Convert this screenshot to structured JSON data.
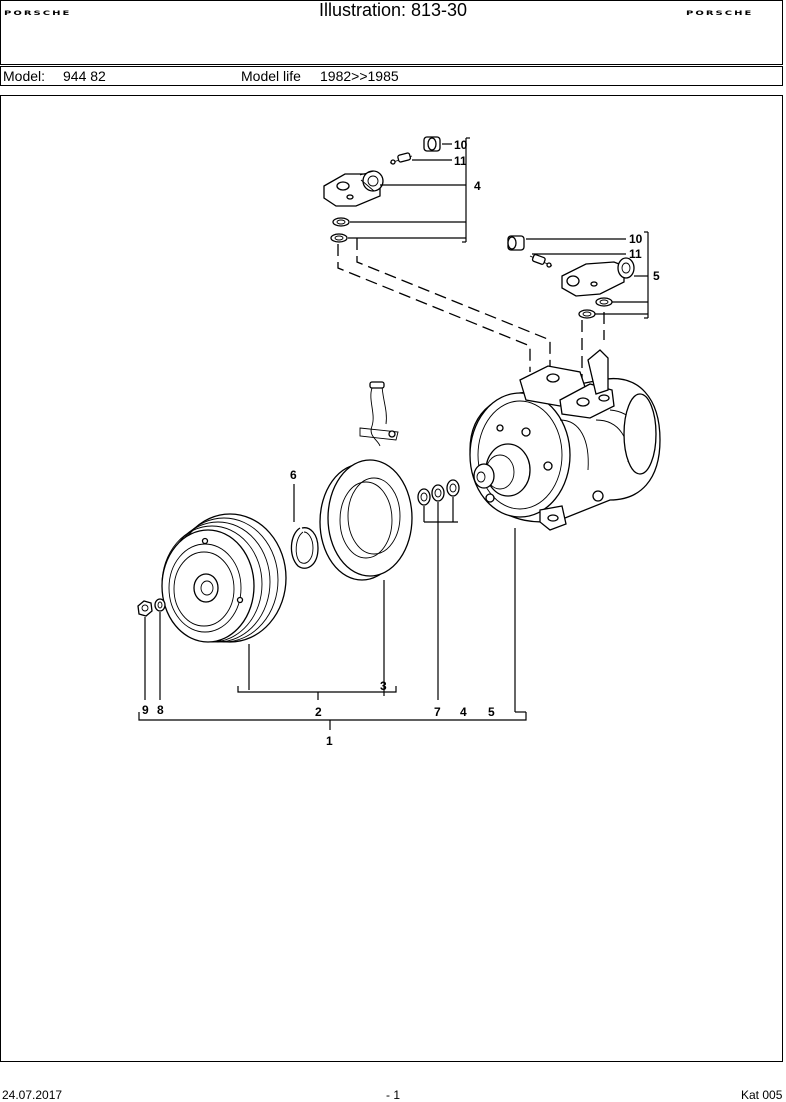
{
  "header": {
    "logo_left": "PORSCHE",
    "logo_right": "PORSCHE",
    "title": "Illustration: 813-30"
  },
  "model_bar": {
    "model_label": "Model:",
    "model_value": "944 82",
    "life_label": "Model life",
    "life_value": "1982>>1985"
  },
  "diagram": {
    "labels": {
      "l1": "1",
      "l2": "2",
      "l3": "3",
      "l4_top": "4",
      "l4_bottom": "4",
      "l5_top": "5",
      "l5_bottom": "5",
      "l6": "6",
      "l7": "7",
      "l8": "8",
      "l9": "9",
      "l10_top": "10",
      "l10_mid": "10",
      "l11_top": "11",
      "l11_mid": "11"
    }
  },
  "footer": {
    "date": "24.07.2017",
    "page": "- 1",
    "catalog": "Kat 005"
  }
}
